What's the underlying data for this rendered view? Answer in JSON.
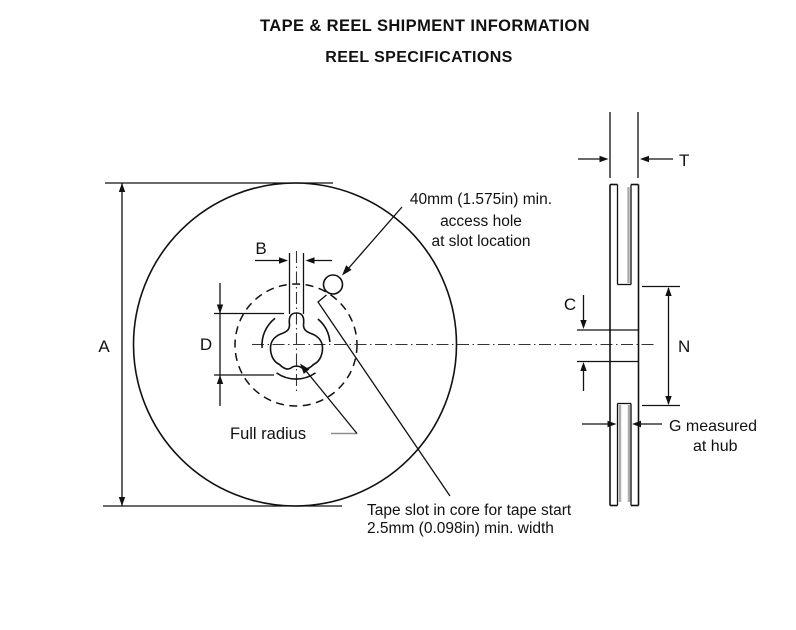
{
  "doc": {
    "title": "TAPE & REEL SHIPMENT INFORMATION",
    "subtitle": "REEL SPECIFICATIONS"
  },
  "labels": {
    "a": "A",
    "b": "B",
    "c": "C",
    "d": "D",
    "n": "N",
    "t": "T"
  },
  "annotations": {
    "access_hole": {
      "line1": "40mm (1.575in) min.",
      "line2": "access hole",
      "line3": "at slot location"
    },
    "full_radius": "Full radius",
    "tape_slot": {
      "line1": "Tape slot in core for tape start",
      "line2": "2.5mm (0.098in) min. width"
    },
    "g_measured": {
      "line1": "G measured",
      "line2": "at hub"
    }
  },
  "colors": {
    "line": "#111111",
    "background": "#ffffff",
    "slot_shade": "#ababab"
  }
}
